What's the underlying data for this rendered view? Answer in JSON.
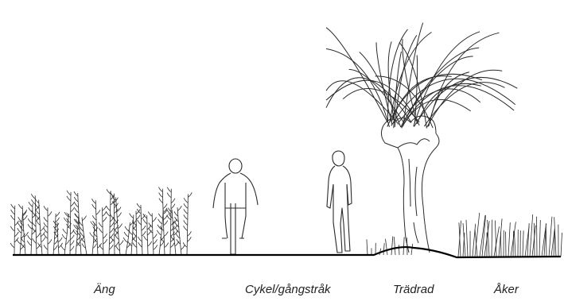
{
  "labels": {
    "meadow": "Äng",
    "path": "Cykel/gångstråk",
    "tree_row": "Trädrad",
    "field": "Åker"
  },
  "colors": {
    "line": "#2a2a2a",
    "ground": "#000000",
    "background": "#ffffff"
  },
  "icons": [
    "meadow-plants",
    "cyclist-icon",
    "pedestrian-icon",
    "pollard-tree-icon",
    "field-grass"
  ]
}
